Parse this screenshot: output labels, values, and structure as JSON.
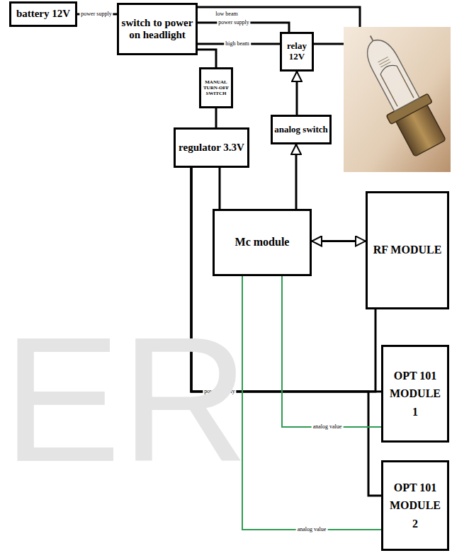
{
  "diagram": {
    "nodes": [
      {
        "text": [
          "battery 12V"
        ]
      },
      {
        "text": [
          "switch to power on headlight"
        ]
      },
      {
        "text": [
          "relay 12V"
        ]
      },
      {
        "text": [
          "MANUAL TURN-OFF SWITCH"
        ]
      },
      {
        "text": [
          "analog switch"
        ]
      },
      {
        "text": [
          "regulator 3.3V"
        ]
      },
      {
        "text": [
          "Mc module"
        ]
      },
      {
        "text": [
          "RF MODULE"
        ]
      },
      {
        "text": [
          "OPT 101 MODULE 1"
        ]
      },
      {
        "text": [
          "OPT 101 MODULE 2"
        ]
      }
    ],
    "edges": [
      {
        "from": 0,
        "to": 1,
        "label": "power supply",
        "arrow": "none"
      },
      {
        "from": 1,
        "to": 2,
        "label": "power supply",
        "arrow": "none"
      },
      {
        "from": 1,
        "to": 2,
        "label": "high beam",
        "arrow": "none"
      },
      {
        "from": 1,
        "to": 3,
        "arrow": "none"
      },
      {
        "from": 3,
        "to": 5,
        "arrow": "none"
      },
      {
        "from": 4,
        "to": 2,
        "arrow": "to"
      },
      {
        "from": 6,
        "to": 4,
        "arrow": "to"
      },
      {
        "from": 5,
        "to": 6,
        "arrow": "none"
      },
      {
        "from": 6,
        "to": 7,
        "arrow": "both"
      },
      {
        "from": 5,
        "to": 8,
        "label": "power supply",
        "arrow": "none"
      },
      {
        "from": 5,
        "to": 7,
        "arrow": "none"
      },
      {
        "from": 5,
        "to": 9,
        "arrow": "none"
      },
      {
        "from": 6,
        "to": 8,
        "label": "analog value",
        "arrow": "none"
      },
      {
        "from": 6,
        "to": 9,
        "label": "analog value",
        "arrow": "none"
      }
    ],
    "labels": [
      "low beam",
      "ER"
    ]
  }
}
